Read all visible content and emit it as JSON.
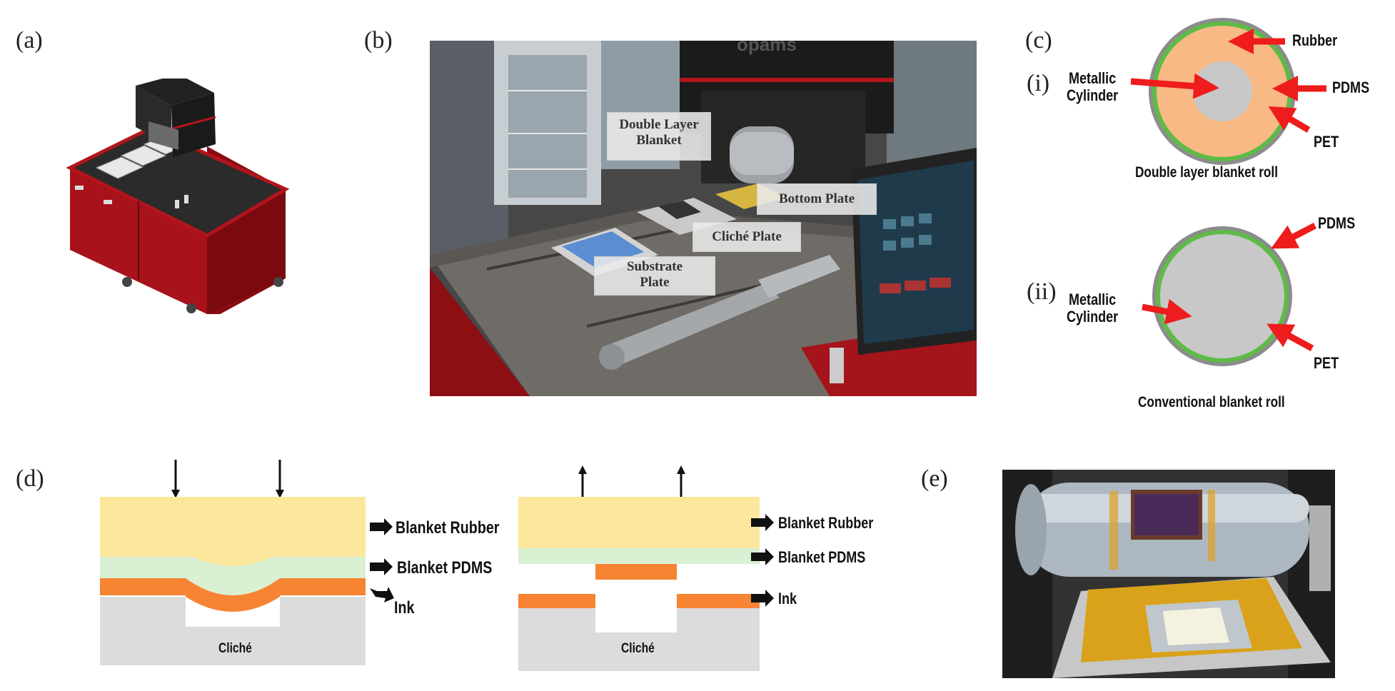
{
  "panels": {
    "a": {
      "letter": "(a)"
    },
    "b": {
      "letter": "(b)",
      "labels": {
        "double_layer_line1": "Double Layer",
        "double_layer_line2": "Blanket",
        "bottom_plate": "Bottom Plate",
        "cliche_plate": "Cliché Plate",
        "substrate_line1": "Substrate",
        "substrate_line2": "Plate"
      },
      "machine_brand": "opams"
    },
    "c": {
      "letter": "(c)",
      "i": {
        "marker": "(i)",
        "rubber": "Rubber",
        "pdms": "PDMS",
        "pet": "PET",
        "metallic_line1": "Metallic",
        "metallic_line2": "Cylinder",
        "caption": "Double layer blanket roll"
      },
      "ii": {
        "marker": "(ii)",
        "pdms": "PDMS",
        "pet": "PET",
        "metallic_line1": "Metallic",
        "metallic_line2": "Cylinder",
        "caption": "Conventional blanket roll"
      }
    },
    "d": {
      "letter": "(d)",
      "left": {
        "blanket_rubber": "Blanket Rubber",
        "blanket_pdms": "Blanket PDMS",
        "ink": "Ink",
        "cliche": "Cliché"
      },
      "right": {
        "blanket_rubber": "Blanket Rubber",
        "blanket_pdms": "Blanket PDMS",
        "ink": "Ink",
        "cliche": "Cliché"
      }
    },
    "e": {
      "letter": "(e)"
    }
  },
  "colors": {
    "rubber": "#f8b985",
    "pdms_ring": "#5dbb46",
    "pet_ring": "#8c8c8c",
    "metal": "#c8c8c8",
    "arrow_red": "#ee1c1c",
    "blanket_rubber": "#fde79c",
    "blanket_pdms": "#d9f0d3",
    "ink": "#f78432",
    "cliche": "#dcdcdc",
    "machine_red": "#b3141b"
  }
}
